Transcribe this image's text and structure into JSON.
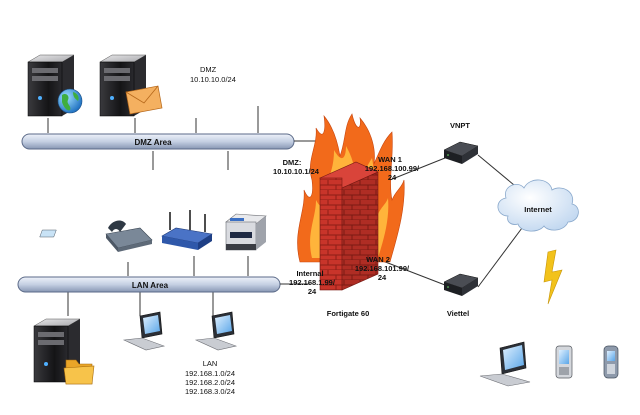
{
  "dmz": {
    "title": "DMZ",
    "subnet": "10.10.10.0/24",
    "bus_label": "DMZ Area"
  },
  "lan": {
    "bus_label": "LAN Area",
    "title": "LAN",
    "subnets": [
      "192.168.1.0/24",
      "192.168.2.0/24",
      "192.168.3.0/24"
    ]
  },
  "firewall": {
    "name": "Fortigate 60",
    "dmz_iface": [
      "DMZ:",
      "10.10.10.1/24"
    ],
    "wan1_iface": [
      "WAN 1",
      "192.168.100.99/",
      "24"
    ],
    "wan2_iface": [
      "WAN 2",
      "192.168.101.99/",
      "24"
    ],
    "internal_iface": [
      "Internal",
      "192.168.1.99/",
      "24"
    ]
  },
  "isp": {
    "wan1_label": "VNPT",
    "wan2_label": "Viettel"
  },
  "cloud": {
    "label": "Internet"
  },
  "colors": {
    "bus_fill": "#c9d4e6",
    "brick": "#c8342a",
    "flame_outer": "#f26a1b",
    "flame_inner": "#ffd23f",
    "server_body": "#1d1d1f",
    "cloud": "#d7e6f6",
    "lightning": "#f2c21b"
  }
}
